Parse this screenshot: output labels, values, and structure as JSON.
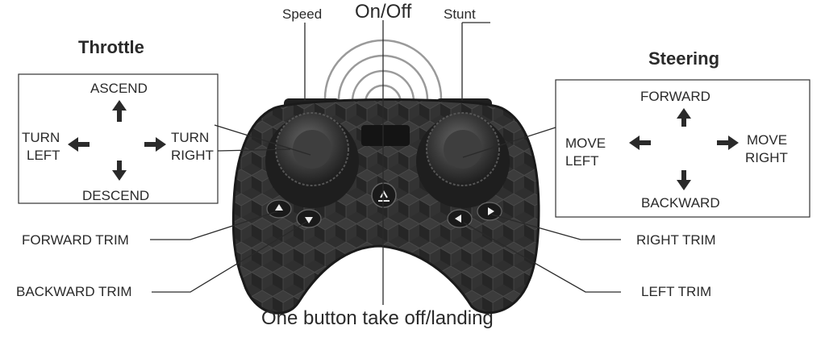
{
  "top_labels": {
    "speed": "Speed",
    "onoff": "On/Off",
    "stunt": "Stunt"
  },
  "throttle": {
    "title": "Throttle",
    "ascend": "ASCEND",
    "descend": "DESCEND",
    "turn_left": [
      "TURN",
      "LEFT"
    ],
    "turn_right": [
      "TURN",
      "RIGHT"
    ]
  },
  "steering": {
    "title": "Steering",
    "forward": "FORWARD",
    "backward": "BACKWARD",
    "move_left": [
      "MOVE",
      "LEFT"
    ],
    "move_right": [
      "MOVE",
      "RIGHT"
    ]
  },
  "trims": {
    "forward_trim": "FORWARD TRIM",
    "backward_trim": "BACKWARD TRIM",
    "right_trim": "RIGHT TRIM",
    "left_trim": "LEFT TRIM"
  },
  "bottom_label": "One button take off/landing"
}
